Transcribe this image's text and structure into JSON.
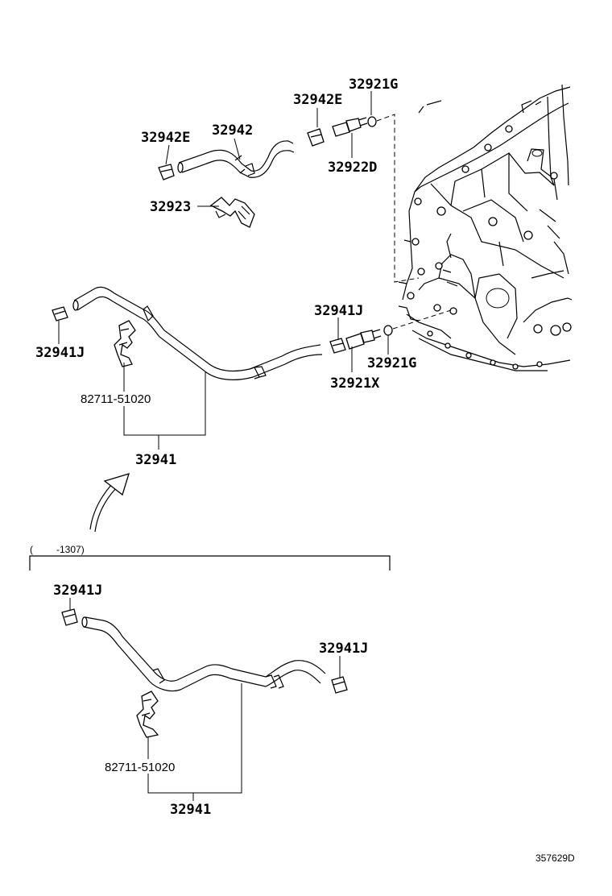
{
  "diagram": {
    "labels": {
      "p32921G_top": "32921G",
      "p32942E_right": "32942E",
      "p32942E_left": "32942E",
      "p32942": "32942",
      "p32922D": "32922D",
      "p32923": "32923",
      "p32941J_upper_left": "32941J",
      "p32941J_upper_right": "32941J",
      "p32921G_mid": "32921G",
      "p32921X": "32921X",
      "p82711_upper": "82711-51020",
      "p32941_upper": "32941",
      "p32941J_lower_left": "32941J",
      "p32941J_lower_right": "32941J",
      "p82711_lower": "82711-51020",
      "p32941_lower": "32941"
    },
    "range_note_open": "(",
    "range_note_rest": "-1307)",
    "figure_id": "357629D"
  }
}
